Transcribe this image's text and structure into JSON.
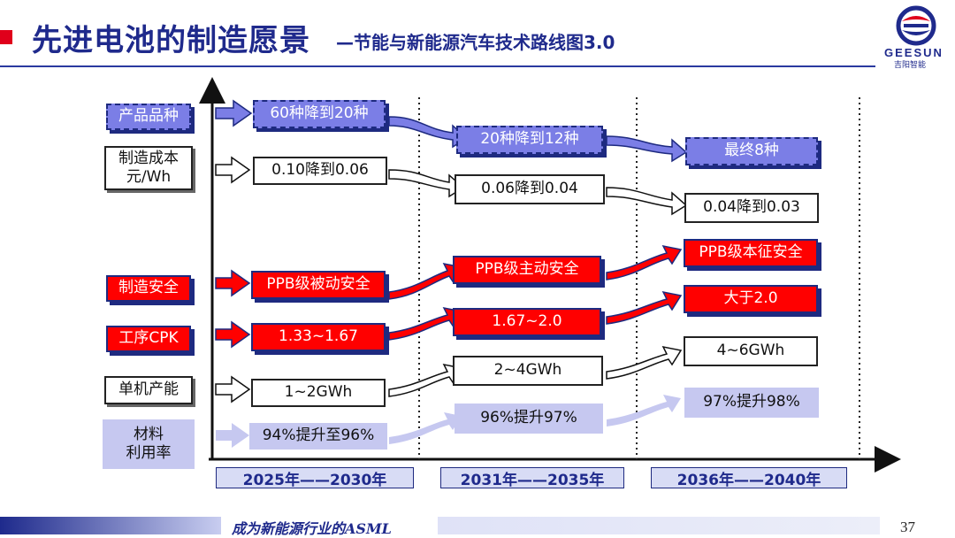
{
  "header": {
    "title": "先进电池的制造愿景",
    "subtitle": "—节能与新能源汽车技术路线图3.0",
    "logo_name": "GEESUN",
    "logo_sub": "吉阳智能"
  },
  "categories": [
    {
      "label": "产品品种",
      "style": "purple"
    },
    {
      "label": "制造成本\n元/Wh",
      "style": "white"
    },
    {
      "label": "制造安全",
      "style": "red"
    },
    {
      "label": "工序CPK",
      "style": "red"
    },
    {
      "label": "单机产能",
      "style": "white"
    },
    {
      "label": "材料\n利用率",
      "style": "lavender"
    }
  ],
  "periods": [
    "2025年——2030年",
    "2031年——2035年",
    "2036年——2040年"
  ],
  "rows": {
    "product_variety": [
      "60种降到20种",
      "20种降到12种",
      "最终8种"
    ],
    "cost": [
      "0.10降到0.06",
      "0.06降到0.04",
      "0.04降到0.03"
    ],
    "safety": [
      "PPB级被动安全",
      "PPB级主动安全",
      "PPB级本征安全"
    ],
    "cpk": [
      "1.33~1.67",
      "1.67~2.0",
      "大于2.0"
    ],
    "capacity": [
      "1~2GWh",
      "2~4GWh",
      "4~6GWh"
    ],
    "material_utilization": [
      "94%提升至96%",
      "96%提升97%",
      "97%提升98%"
    ]
  },
  "footer": {
    "slogan": "成为新能源行业的ASML",
    "page_number": "37"
  },
  "colors": {
    "brand_blue": "#1f2a8c",
    "red": "#ff0000",
    "purple": "#7b7ee6",
    "lavender": "#c6c8f0"
  }
}
